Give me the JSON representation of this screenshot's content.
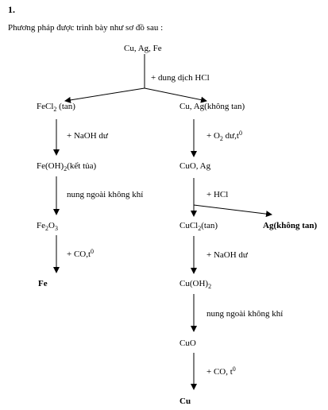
{
  "heading": "1.",
  "intro": "Phương pháp được trình bày như sơ đồ sau :",
  "start": "Cu, Ag, Fe",
  "step_hcl": "+ dung dịch HCl",
  "left": {
    "fecl2_a": "FeCl",
    "fecl2_sub": "2",
    "fecl2_b": " (tan)",
    "naoh": "+ NaOH dư",
    "feoh2_a": "Fe(OH)",
    "feoh2_sub": "2",
    "feoh2_b": "(kết tủa)",
    "nung": "nung ngoài không khí",
    "fe2o3_a": "Fe",
    "fe2o3_sub1": "2",
    "fe2o3_b": "O",
    "fe2o3_sub2": "3",
    "co": "+ CO,t",
    "co_sup": "0",
    "fe": "Fe"
  },
  "right": {
    "cuag": "Cu, Ag(không tan)",
    "o2": "+ O",
    "o2_sub": "2",
    "o2_b": " dư,t",
    "o2_sup": "0",
    "cuo_ag": "CuO, Ag",
    "hcl": "+ HCl",
    "cucl2_a": "CuCl",
    "cucl2_sub": "2",
    "cucl2_b": "(tan)",
    "ag": "Ag(không tan)",
    "naoh": "+ NaOH dư",
    "cuoh2_a": "Cu(OH)",
    "cuoh2_sub": "2",
    "nung": "nung ngoài không khí",
    "cuo": "CuO",
    "co": "+ CO, t",
    "co_sup": "0",
    "cu": "Cu"
  }
}
